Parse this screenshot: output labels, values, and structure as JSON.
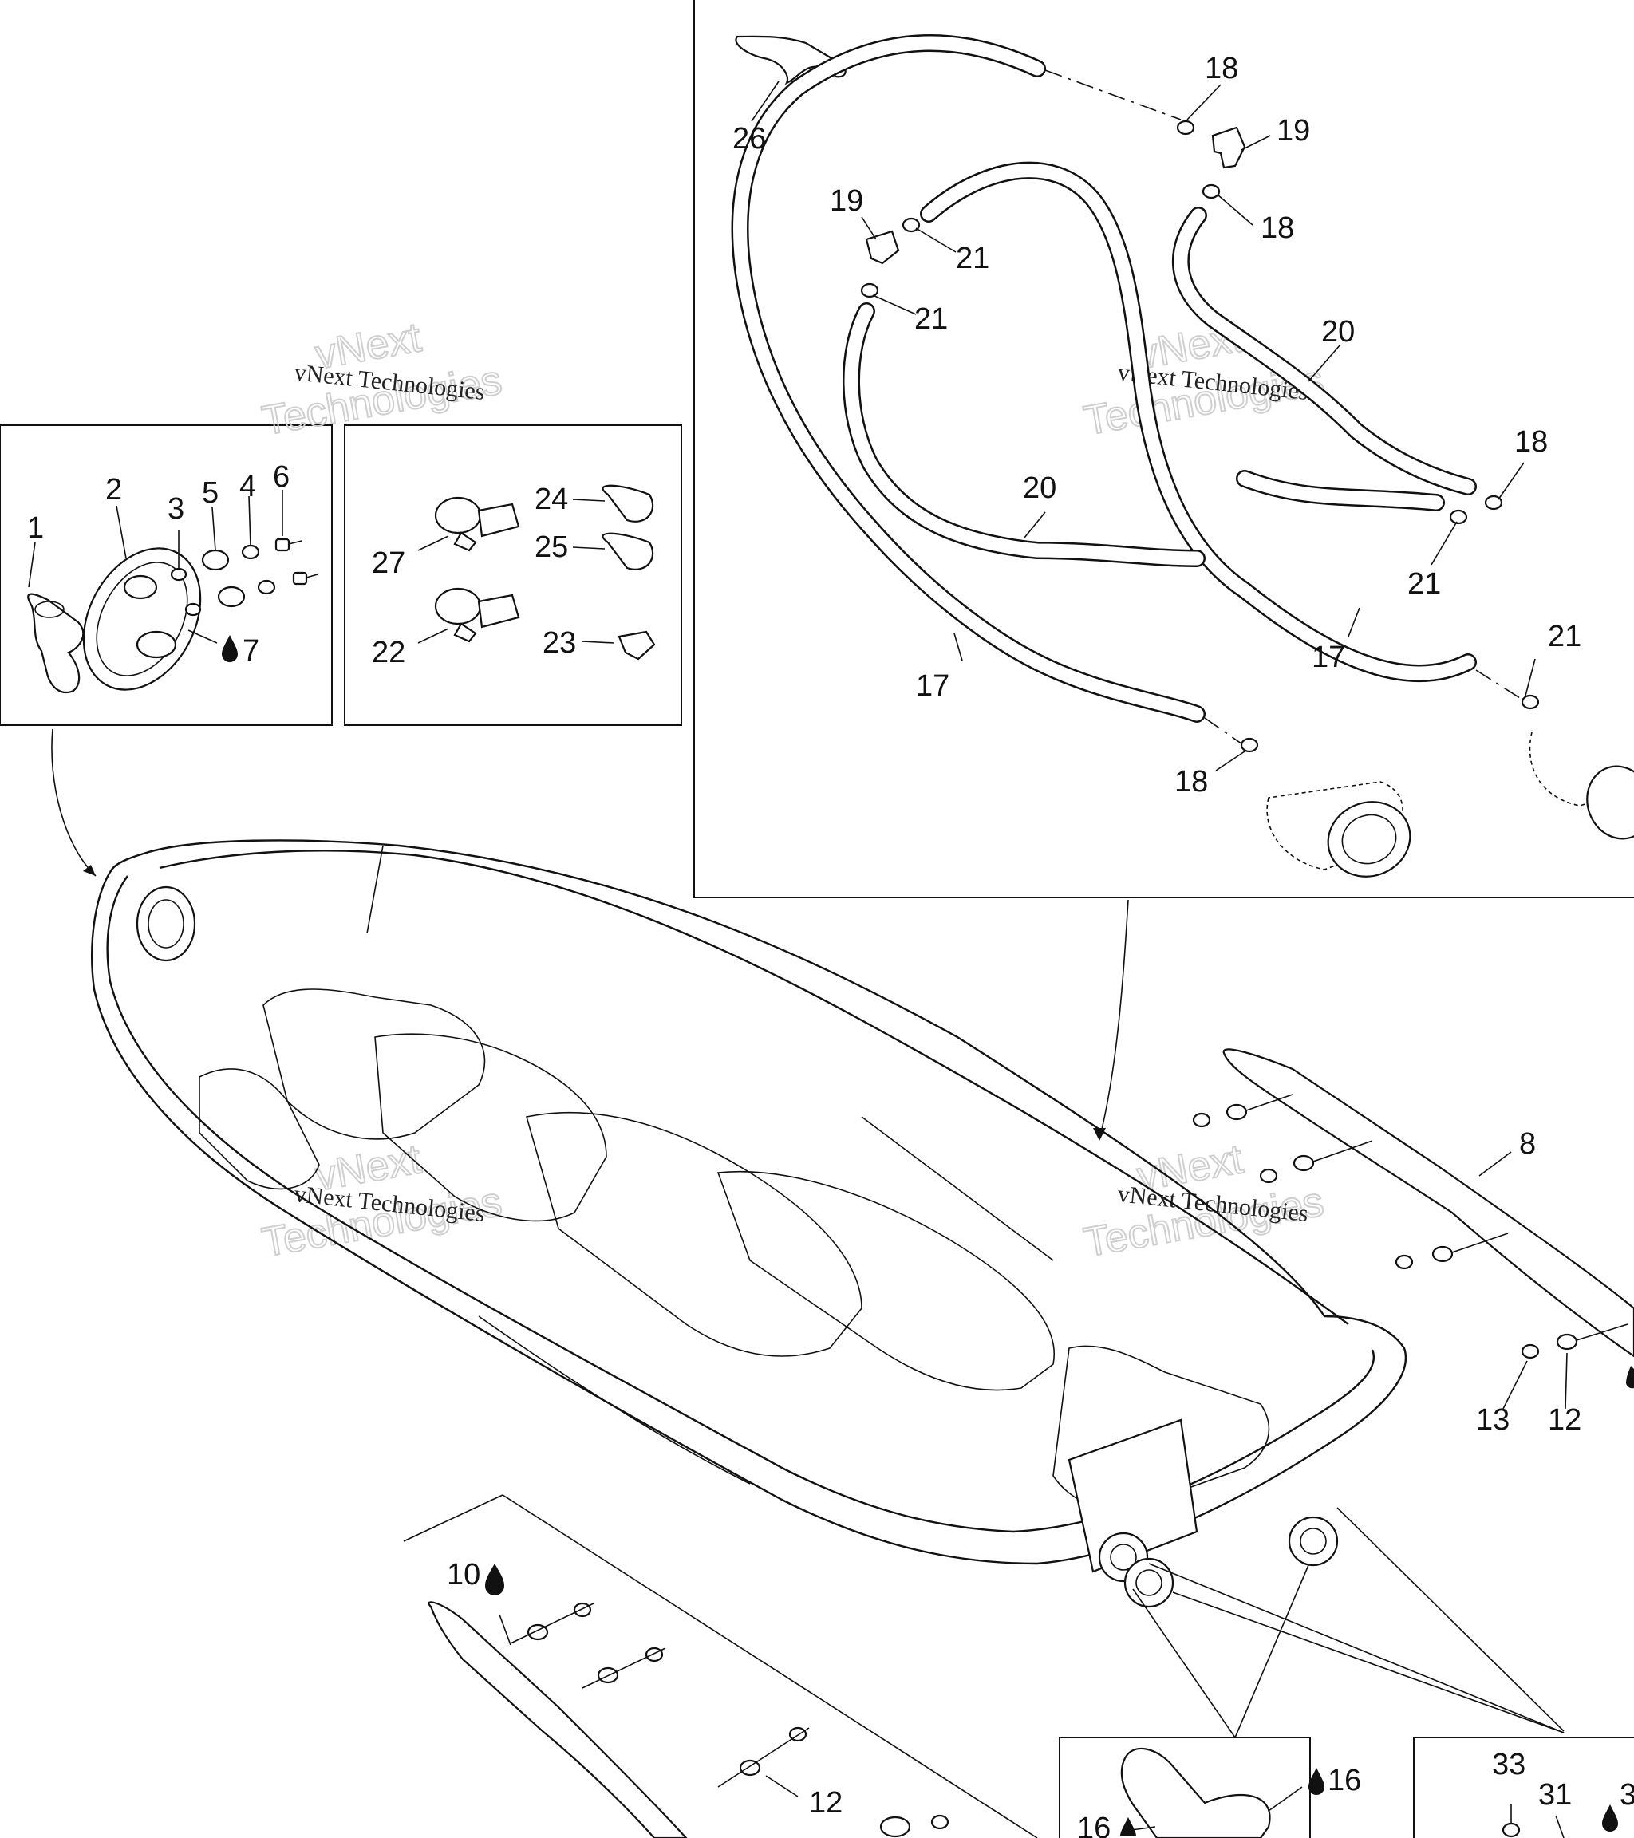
{
  "watermark": {
    "line1": "vNext Technologies",
    "line2a": "vNext",
    "line2b": "Technologies"
  },
  "callouts": [
    {
      "id": "c1",
      "text": "1"
    },
    {
      "id": "c2",
      "text": "2"
    },
    {
      "id": "c3",
      "text": "3"
    },
    {
      "id": "c5",
      "text": "5"
    },
    {
      "id": "c4",
      "text": "4"
    },
    {
      "id": "c6",
      "text": "6"
    },
    {
      "id": "c7",
      "text": "7"
    },
    {
      "id": "c24",
      "text": "24"
    },
    {
      "id": "c25",
      "text": "25"
    },
    {
      "id": "c27",
      "text": "27"
    },
    {
      "id": "c22",
      "text": "22"
    },
    {
      "id": "c23",
      "text": "23"
    },
    {
      "id": "c26",
      "text": "26"
    },
    {
      "id": "c18a",
      "text": "18"
    },
    {
      "id": "c19a",
      "text": "19"
    },
    {
      "id": "c19b",
      "text": "19"
    },
    {
      "id": "c18b",
      "text": "18"
    },
    {
      "id": "c21a",
      "text": "21"
    },
    {
      "id": "c21b",
      "text": "21"
    },
    {
      "id": "c20a",
      "text": "20"
    },
    {
      "id": "c18c",
      "text": "18"
    },
    {
      "id": "c20b",
      "text": "20"
    },
    {
      "id": "c21c",
      "text": "21"
    },
    {
      "id": "c21d",
      "text": "21"
    },
    {
      "id": "c17a",
      "text": "17"
    },
    {
      "id": "c17b",
      "text": "17"
    },
    {
      "id": "c18d",
      "text": "18"
    },
    {
      "id": "c8",
      "text": "8"
    },
    {
      "id": "c13",
      "text": "13"
    },
    {
      "id": "c12a",
      "text": "12"
    },
    {
      "id": "c10",
      "text": "10"
    },
    {
      "id": "c12b",
      "text": "12"
    },
    {
      "id": "c16a",
      "text": "16"
    },
    {
      "id": "c16b",
      "text": "16"
    },
    {
      "id": "c33",
      "text": "33"
    },
    {
      "id": "c31",
      "text": "31"
    },
    {
      "id": "c3x",
      "text": "3"
    }
  ]
}
